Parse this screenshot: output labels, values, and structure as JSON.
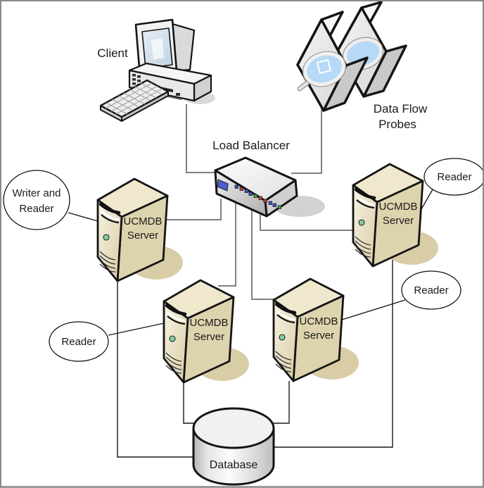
{
  "diagram": {
    "nodes": {
      "client": {
        "label": "Client"
      },
      "data_flow_probes": {
        "label_line1": "Data Flow",
        "label_line2": "Probes"
      },
      "load_balancer": {
        "label": "Load Balancer"
      },
      "ucmdb_server": {
        "label_line1": "UCMDB",
        "label_line2": "Server"
      },
      "database": {
        "label": "Database"
      }
    },
    "callouts": {
      "writer_and_reader": {
        "line1": "Writer and",
        "line2": "Reader"
      },
      "reader_top_right": {
        "label": "Reader"
      },
      "reader_middle_right": {
        "label": "Reader"
      },
      "reader_left": {
        "label": "Reader"
      }
    },
    "colors": {
      "server_side": "#ddd3ad",
      "server_top": "#efe8cd",
      "server_shadow": "#d9cda7",
      "led_green_power": "#7ed0a0",
      "lens_blue": "#b5d9f6",
      "screen_blue": "#4a5fd0",
      "led_blue": "#3a52cc",
      "led_red": "#c03a3a",
      "led_green": "#2ea83a",
      "wire_gray": "#808080",
      "wire_black": "#1a1a1a",
      "lb_shadow": "#d2d2d2"
    }
  }
}
